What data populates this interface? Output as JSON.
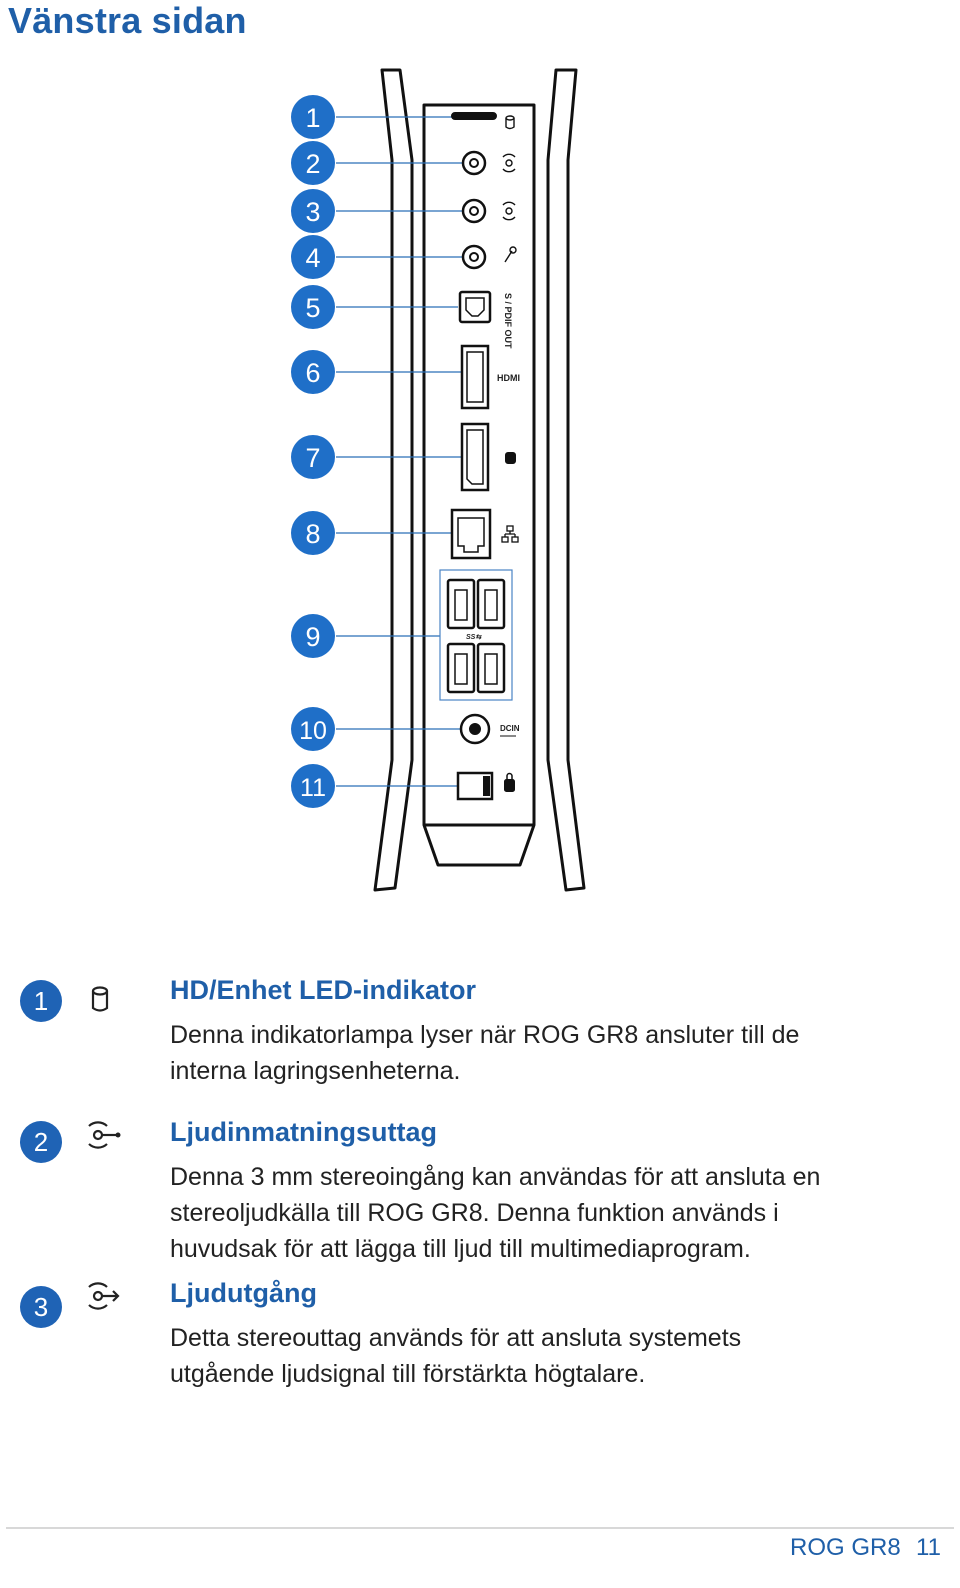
{
  "page_title": "Vänstra sidan",
  "diagram": {
    "callouts": [
      "1",
      "2",
      "3",
      "4",
      "5",
      "6",
      "7",
      "8",
      "9",
      "10",
      "11"
    ],
    "labels": {
      "spdif": "S / PDIF OUT",
      "hdmi": "HDMI",
      "usb": "SS⇆",
      "dcin": "DCIN"
    }
  },
  "sections": [
    {
      "number": "1",
      "icon": "hdd-led-icon",
      "heading": "HD/Enhet LED-indikator",
      "body": "Denna indikatorlampa lyser när ROG GR8 ansluter till de interna lagringsenheterna."
    },
    {
      "number": "2",
      "icon": "audio-input-icon",
      "heading": "Ljudinmatningsuttag",
      "body": "Denna 3 mm stereoingång kan användas för att ansluta en stereoljudkälla till ROG GR8. Denna funktion används i huvudsak för att lägga till ljud till multimediaprogram."
    },
    {
      "number": "3",
      "icon": "audio-output-icon",
      "heading": "Ljudutgång",
      "body": "Detta stereouttag används för att ansluta systemets utgående ljudsignal till förstärkta högtalare."
    }
  ],
  "footer": {
    "product": "ROG GR8",
    "page_number": "11"
  },
  "colors": {
    "accent": "#1f5fa8",
    "badge": "#1f63b5",
    "callout": "#1f6fc8"
  }
}
